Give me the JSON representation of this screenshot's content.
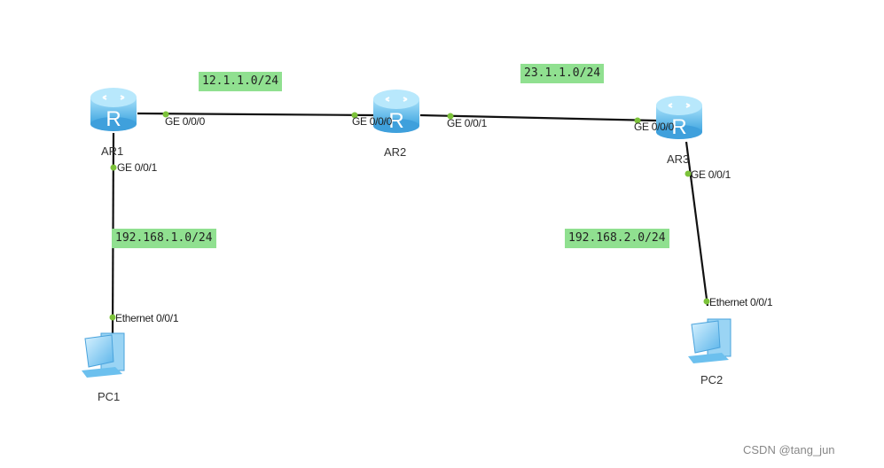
{
  "networks": {
    "n1": "12.1.1.0/24",
    "n2": "23.1.1.0/24",
    "n3": "192.168.1.0/24",
    "n4": "192.168.2.0/24"
  },
  "devices": {
    "ar1": "AR1",
    "ar2": "AR2",
    "ar3": "AR3",
    "pc1": "PC1",
    "pc2": "PC2"
  },
  "ports": {
    "ar1_g0": "GE 0/0/0",
    "ar1_g1": "GE 0/0/1",
    "ar2_g0": "GE 0/0/0",
    "ar2_g1": "GE 0/0/1",
    "ar3_g0": "GE 0/0/0",
    "ar3_g1": "GE 0/0/1",
    "pc1_e": "Ethernet 0/0/1",
    "pc2_e": "Ethernet 0/0/1"
  },
  "watermark": "CSDN @tang_jun",
  "colors": {
    "network_label": "#90e090",
    "port_dot": "#7cc23a",
    "router": "#5bb8ea"
  }
}
